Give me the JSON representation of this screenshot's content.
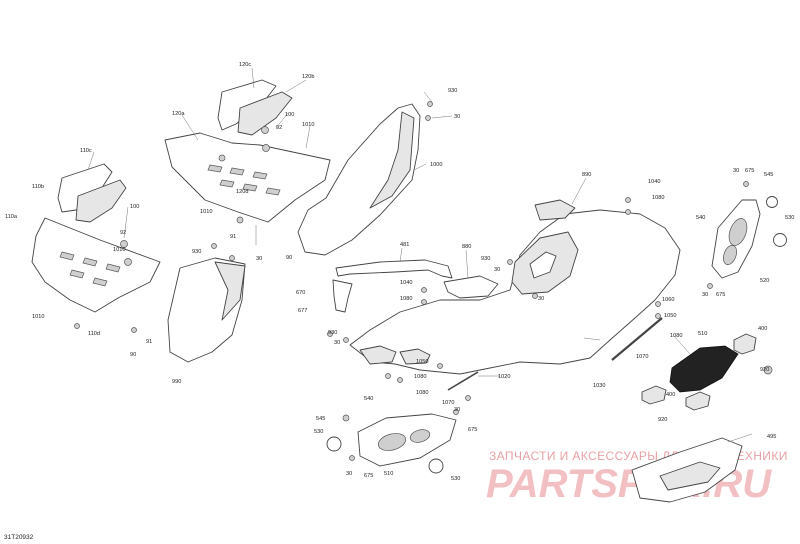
{
  "labels": [
    {
      "id": "120c",
      "text": "120c"
    },
    {
      "id": "120b",
      "text": "120b"
    },
    {
      "id": "120a",
      "text": "120a"
    },
    {
      "id": "100a",
      "text": "100"
    },
    {
      "id": "92a",
      "text": "92"
    },
    {
      "id": "1010a",
      "text": "1010"
    },
    {
      "id": "120d",
      "text": "120d"
    },
    {
      "id": "1010b",
      "text": "1010"
    },
    {
      "id": "91a",
      "text": "91"
    },
    {
      "id": "90a",
      "text": "90"
    },
    {
      "id": "930a",
      "text": "930"
    },
    {
      "id": "30a",
      "text": "30"
    },
    {
      "id": "1000",
      "text": "1000"
    },
    {
      "id": "110c",
      "text": "110c"
    },
    {
      "id": "110b",
      "text": "110b"
    },
    {
      "id": "110a",
      "text": "110a"
    },
    {
      "id": "100b",
      "text": "100"
    },
    {
      "id": "92b",
      "text": "92"
    },
    {
      "id": "1010c",
      "text": "1010"
    },
    {
      "id": "1010d",
      "text": "1010"
    },
    {
      "id": "110d",
      "text": "110d"
    },
    {
      "id": "91b",
      "text": "91"
    },
    {
      "id": "90b",
      "text": "90"
    },
    {
      "id": "930b",
      "text": "930"
    },
    {
      "id": "30b",
      "text": "30"
    },
    {
      "id": "990",
      "text": "990"
    },
    {
      "id": "890",
      "text": "890"
    },
    {
      "id": "1040a",
      "text": "1040"
    },
    {
      "id": "1080a",
      "text": "1080"
    },
    {
      "id": "481",
      "text": "481"
    },
    {
      "id": "880",
      "text": "880"
    },
    {
      "id": "930c",
      "text": "930"
    },
    {
      "id": "30c",
      "text": "30"
    },
    {
      "id": "1040b",
      "text": "1040"
    },
    {
      "id": "1080b",
      "text": "1080"
    },
    {
      "id": "30d",
      "text": "30"
    },
    {
      "id": "670",
      "text": "670"
    },
    {
      "id": "677",
      "text": "677"
    },
    {
      "id": "930d",
      "text": "930"
    },
    {
      "id": "30e",
      "text": "30"
    },
    {
      "id": "1050a",
      "text": "1050"
    },
    {
      "id": "1080c",
      "text": "1080"
    },
    {
      "id": "1020",
      "text": "1020"
    },
    {
      "id": "1080d",
      "text": "1080"
    },
    {
      "id": "1070a",
      "text": "1070"
    },
    {
      "id": "1060",
      "text": "1060"
    },
    {
      "id": "1050b",
      "text": "1050"
    },
    {
      "id": "1080e",
      "text": "1080"
    },
    {
      "id": "1070b",
      "text": "1070"
    },
    {
      "id": "1030",
      "text": "1030"
    },
    {
      "id": "510a",
      "text": "510"
    },
    {
      "id": "400a",
      "text": "400"
    },
    {
      "id": "920a",
      "text": "920"
    },
    {
      "id": "400b",
      "text": "400"
    },
    {
      "id": "920b",
      "text": "920"
    },
    {
      "id": "30f",
      "text": "30"
    },
    {
      "id": "675a",
      "text": "675"
    },
    {
      "id": "545a",
      "text": "545"
    },
    {
      "id": "540a",
      "text": "540"
    },
    {
      "id": "530a",
      "text": "530"
    },
    {
      "id": "520",
      "text": "520"
    },
    {
      "id": "30g",
      "text": "30"
    },
    {
      "id": "675b",
      "text": "675"
    },
    {
      "id": "545b",
      "text": "545"
    },
    {
      "id": "540b",
      "text": "540"
    },
    {
      "id": "530b",
      "text": "530"
    },
    {
      "id": "30h",
      "text": "30"
    },
    {
      "id": "675c",
      "text": "675"
    },
    {
      "id": "510b",
      "text": "510"
    },
    {
      "id": "30i",
      "text": "30"
    },
    {
      "id": "675d",
      "text": "675"
    },
    {
      "id": "530c",
      "text": "530"
    },
    {
      "id": "495",
      "text": "495"
    }
  ],
  "watermark": {
    "tagline": "ЗАПЧАСТИ И АКСЕССУАРЫ ДЛЯ МОТОТЕХНИКИ",
    "logo": "PARTSFOR.RU"
  },
  "drawing_code": "31T20932"
}
